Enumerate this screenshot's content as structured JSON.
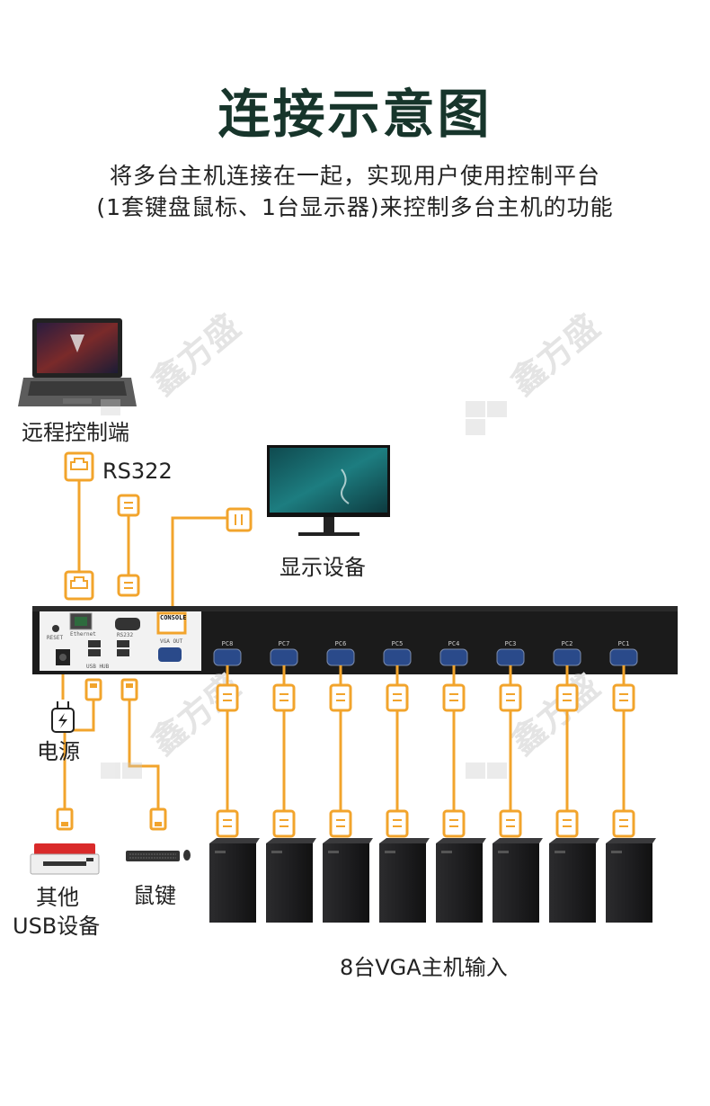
{
  "title": "连接示意图",
  "subtitle_line1": "将多台主机连接在一起，实现用户使用控制平台",
  "subtitle_line2": "(1套键盘鼠标、1台显示器)来控制多台主机的功能",
  "labels": {
    "remote": "远程控制端",
    "rs322": "RS322",
    "display": "显示设备",
    "power": "电源",
    "other_usb_line1": "其他",
    "other_usb_line2": "USB设备",
    "kbmouse": "鼠键",
    "hosts": "8台VGA主机输入"
  },
  "panel": {
    "console": "CONSOLE",
    "vga_out": "VGA OUT",
    "reset": "RESET",
    "ethernet": "Ethernet",
    "usb_hub": "USB HUB",
    "rs232": "RS232",
    "ports": [
      "PC8",
      "PC7",
      "PC6",
      "PC5",
      "PC4",
      "PC3",
      "PC2",
      "PC1"
    ]
  },
  "watermark": "鑫方盛",
  "colors": {
    "cable": "#f2a42c",
    "title": "#17352b",
    "panel": "#1b1b1b"
  }
}
